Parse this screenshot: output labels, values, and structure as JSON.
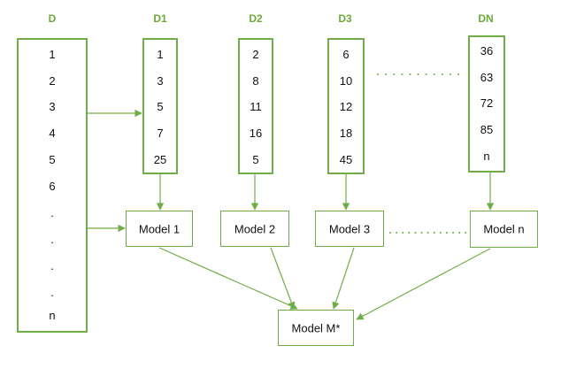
{
  "headers": [
    "D",
    "D1",
    "D2",
    "D3",
    "DN"
  ],
  "columns": {
    "D": [
      "1",
      "2",
      "3",
      "4",
      "5",
      "6",
      ".",
      ".",
      ".",
      ".",
      "n"
    ],
    "D1": [
      "1",
      "3",
      "5",
      "7",
      "25"
    ],
    "D2": [
      "2",
      "8",
      "11",
      "16",
      "5"
    ],
    "D3": [
      "6",
      "10",
      "12",
      "18",
      "45"
    ],
    "DN": [
      "36",
      "63",
      "72",
      "85",
      "n"
    ]
  },
  "models": [
    "Model 1",
    "Model 2",
    "Model 3",
    "Model n"
  ],
  "ensemble": "Model M*",
  "colors": {
    "accent": "#70ad47",
    "header": "#6aaa3a",
    "text": "#111111"
  }
}
